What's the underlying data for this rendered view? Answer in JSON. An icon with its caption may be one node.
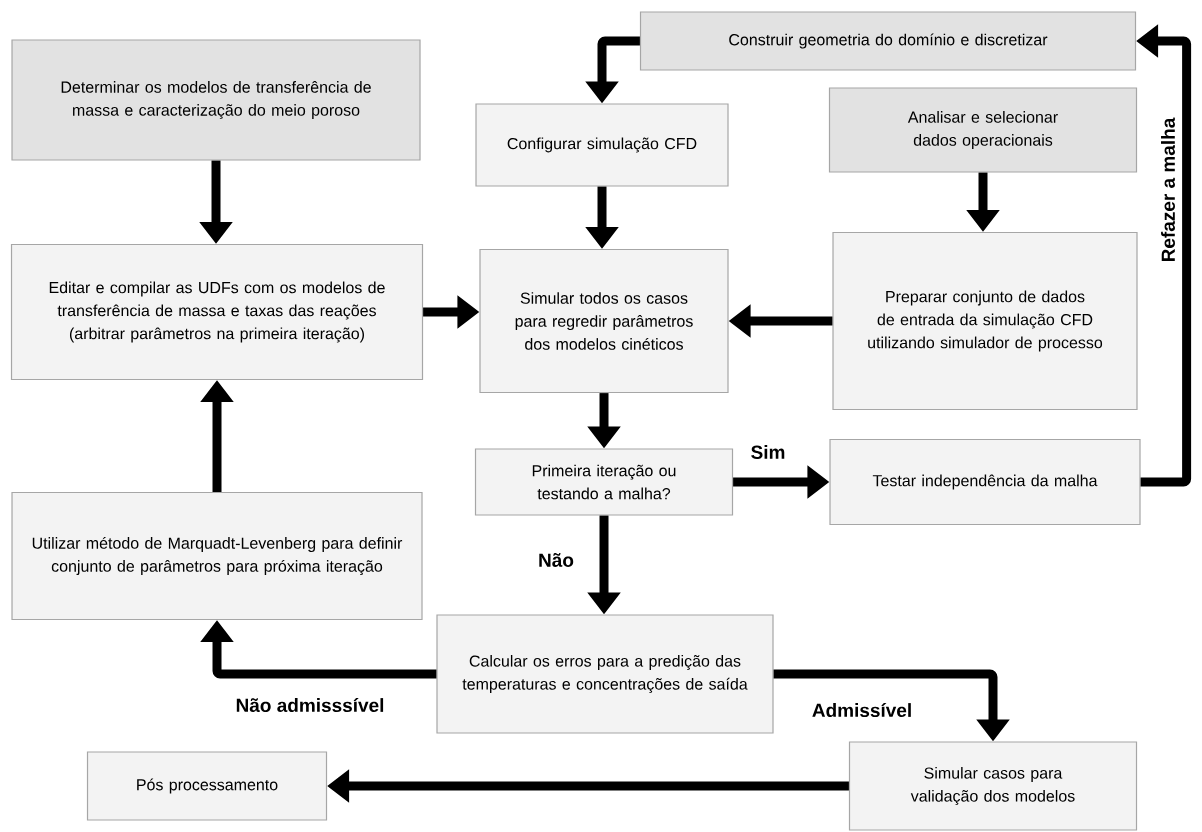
{
  "diagram": {
    "nodes": [
      {
        "text": [
          "Determinar os modelos de transferência de massa e caracterização do meio poroso"
        ]
      },
      {
        "text": [
          "Construir geometria do domínio e discretizar"
        ]
      },
      {
        "text": [
          "Configurar simulação CFD"
        ]
      },
      {
        "text": [
          "Analisar e selecionar dados operacionais"
        ]
      },
      {
        "text": [
          "Editar e compilar as UDFs com os modelos de transferência de massa e taxas das reações (arbitrar parâmetros na primeira iteração)"
        ]
      },
      {
        "text": [
          "Simular todos os casos para regredir parâmetros dos modelos cinéticos"
        ]
      },
      {
        "text": [
          "Preparar conjunto de dados de entrada da simulação CFD utilizando simulador de processo"
        ]
      },
      {
        "text": [
          "Primeira iteração ou testando a malha?"
        ]
      },
      {
        "text": [
          "Testar independência da malha"
        ]
      },
      {
        "text": [
          "Utilizar método de Marquadt-Levenberg para definir conjunto de parâmetros para próxima iteração"
        ]
      },
      {
        "text": [
          "Calcular os erros para a predição das temperaturas e concentrações de saída"
        ]
      },
      {
        "text": [
          "Pós processamento"
        ]
      },
      {
        "text": [
          "Simular casos para validação dos modelos"
        ]
      }
    ],
    "edges": [
      {
        "from": 0,
        "to": 4,
        "arrow": "to"
      },
      {
        "from": 1,
        "to": 2,
        "arrow": "to"
      },
      {
        "from": 2,
        "to": 5,
        "arrow": "to"
      },
      {
        "from": 3,
        "to": 6,
        "arrow": "to"
      },
      {
        "from": 4,
        "to": 5,
        "arrow": "to"
      },
      {
        "from": 6,
        "to": 5,
        "arrow": "to"
      },
      {
        "from": 5,
        "to": 7,
        "arrow": "to"
      },
      {
        "from": 7,
        "to": 8,
        "arrow": "to",
        "label": "Sim"
      },
      {
        "from": 8,
        "to": 1,
        "arrow": "to",
        "label": "Refazer a malha"
      },
      {
        "from": 7,
        "to": 10,
        "arrow": "to",
        "label": "Não"
      },
      {
        "from": 10,
        "to": 9,
        "arrow": "to",
        "label": "Não admisssível"
      },
      {
        "from": 10,
        "to": 12,
        "arrow": "to",
        "label": "Admissível"
      },
      {
        "from": 12,
        "to": 11,
        "arrow": "to"
      },
      {
        "from": 9,
        "to": 4,
        "arrow": "to"
      }
    ]
  }
}
